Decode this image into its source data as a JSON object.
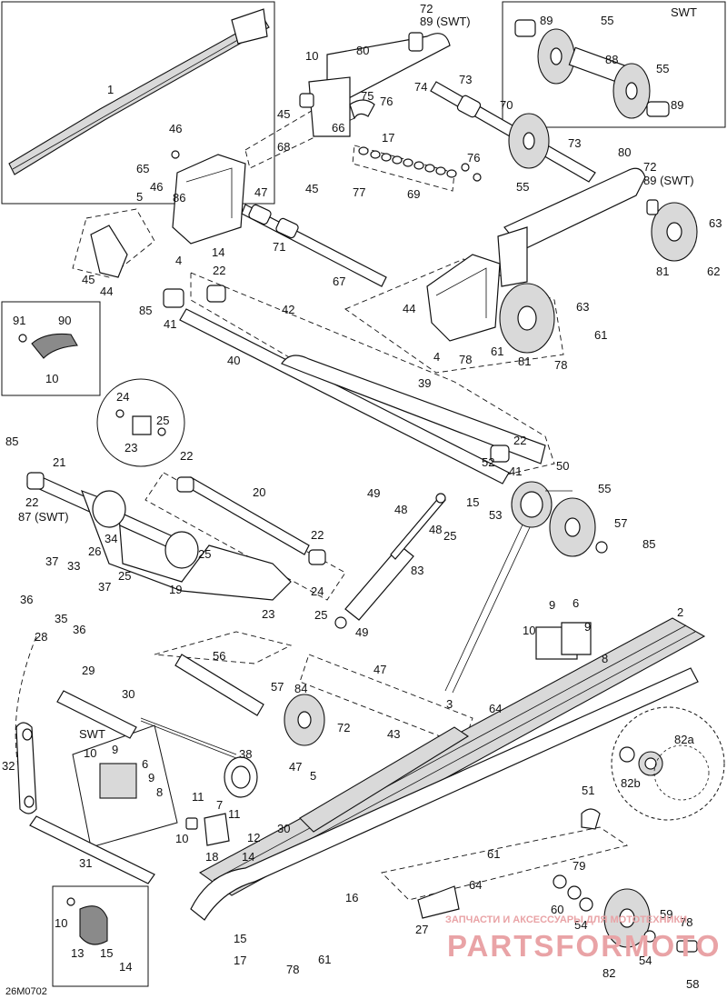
{
  "diagram": {
    "code": "26M0702",
    "box_titles": {
      "swt_top": "SWT",
      "swt_inset": "SWT"
    },
    "watermark": {
      "line1": "ЗАПЧАСТИ И АКСЕССУАРЫ ДЛЯ МОТОТЕХНИКИ",
      "line2": "PARTSFORMOTO"
    },
    "callouts": [
      {
        "id": "c1",
        "text": "1"
      },
      {
        "id": "c72a",
        "text": "72"
      },
      {
        "id": "c89a",
        "text": "89 (SWT)"
      },
      {
        "id": "c10a",
        "text": "10"
      },
      {
        "id": "c80a",
        "text": "80"
      },
      {
        "id": "c74",
        "text": "74"
      },
      {
        "id": "c73a",
        "text": "73"
      },
      {
        "id": "c75",
        "text": "75"
      },
      {
        "id": "c76a",
        "text": "76"
      },
      {
        "id": "c45a",
        "text": "45"
      },
      {
        "id": "c66",
        "text": "66"
      },
      {
        "id": "c17a",
        "text": "17"
      },
      {
        "id": "c70",
        "text": "70"
      },
      {
        "id": "c73b",
        "text": "73"
      },
      {
        "id": "c46a",
        "text": "46"
      },
      {
        "id": "c68",
        "text": "68"
      },
      {
        "id": "c76b",
        "text": "76"
      },
      {
        "id": "c65",
        "text": "65"
      },
      {
        "id": "c86",
        "text": "86"
      },
      {
        "id": "c47a",
        "text": "47"
      },
      {
        "id": "c45b",
        "text": "45"
      },
      {
        "id": "c77",
        "text": "77"
      },
      {
        "id": "c69",
        "text": "69"
      },
      {
        "id": "c55a",
        "text": "55"
      },
      {
        "id": "c80b",
        "text": "80"
      },
      {
        "id": "c72b",
        "text": "72"
      },
      {
        "id": "c89b",
        "text": "89 (SWT)"
      },
      {
        "id": "c5a",
        "text": "5"
      },
      {
        "id": "c46b",
        "text": "46"
      },
      {
        "id": "c14a",
        "text": "14"
      },
      {
        "id": "c71",
        "text": "71"
      },
      {
        "id": "c4a",
        "text": "4"
      },
      {
        "id": "c45c",
        "text": "45"
      },
      {
        "id": "c44a",
        "text": "44"
      },
      {
        "id": "c22a",
        "text": "22"
      },
      {
        "id": "c67",
        "text": "67"
      },
      {
        "id": "c63a",
        "text": "63"
      },
      {
        "id": "c62",
        "text": "62"
      },
      {
        "id": "c81a",
        "text": "81"
      },
      {
        "id": "c85a",
        "text": "85"
      },
      {
        "id": "c41a",
        "text": "41"
      },
      {
        "id": "c42",
        "text": "42"
      },
      {
        "id": "c44b",
        "text": "44"
      },
      {
        "id": "c63b",
        "text": "63"
      },
      {
        "id": "c61a",
        "text": "61"
      },
      {
        "id": "c61b",
        "text": "61"
      },
      {
        "id": "c91",
        "text": "91"
      },
      {
        "id": "c90",
        "text": "90"
      },
      {
        "id": "c10b",
        "text": "10"
      },
      {
        "id": "c40",
        "text": "40"
      },
      {
        "id": "c78a",
        "text": "78"
      },
      {
        "id": "c4b",
        "text": "4"
      },
      {
        "id": "c81b",
        "text": "81"
      },
      {
        "id": "c78b",
        "text": "78"
      },
      {
        "id": "c39",
        "text": "39"
      },
      {
        "id": "c24a",
        "text": "24"
      },
      {
        "id": "c25a",
        "text": "25"
      },
      {
        "id": "c23a",
        "text": "23"
      },
      {
        "id": "c22b",
        "text": "22"
      },
      {
        "id": "c85b",
        "text": "85"
      },
      {
        "id": "c21",
        "text": "21"
      },
      {
        "id": "c22c",
        "text": "22"
      },
      {
        "id": "c41b",
        "text": "41"
      },
      {
        "id": "c52",
        "text": "52"
      },
      {
        "id": "c50",
        "text": "50"
      },
      {
        "id": "c22d",
        "text": "22"
      },
      {
        "id": "c87",
        "text": "87 (SWT)"
      },
      {
        "id": "c49a",
        "text": "49"
      },
      {
        "id": "c48a",
        "text": "48"
      },
      {
        "id": "c15a",
        "text": "15"
      },
      {
        "id": "c55b",
        "text": "55"
      },
      {
        "id": "c53",
        "text": "53"
      },
      {
        "id": "c20",
        "text": "20"
      },
      {
        "id": "c48b",
        "text": "48"
      },
      {
        "id": "c25b",
        "text": "25"
      },
      {
        "id": "c57a",
        "text": "57"
      },
      {
        "id": "c85c",
        "text": "85"
      },
      {
        "id": "c22e",
        "text": "22"
      },
      {
        "id": "c34",
        "text": "34"
      },
      {
        "id": "c26",
        "text": "26"
      },
      {
        "id": "c25c",
        "text": "25"
      },
      {
        "id": "c37a",
        "text": "37"
      },
      {
        "id": "c33",
        "text": "33"
      },
      {
        "id": "c25d",
        "text": "25"
      },
      {
        "id": "c83",
        "text": "83"
      },
      {
        "id": "c37b",
        "text": "37"
      },
      {
        "id": "c19",
        "text": "19"
      },
      {
        "id": "c24b",
        "text": "24"
      },
      {
        "id": "c36a",
        "text": "36"
      },
      {
        "id": "c23b",
        "text": "23"
      },
      {
        "id": "c9a",
        "text": "9"
      },
      {
        "id": "c6a",
        "text": "6"
      },
      {
        "id": "c2",
        "text": "2"
      },
      {
        "id": "c35",
        "text": "35"
      },
      {
        "id": "c36b",
        "text": "36"
      },
      {
        "id": "c10c",
        "text": "10"
      },
      {
        "id": "c9b",
        "text": "9"
      },
      {
        "id": "c25e",
        "text": "25"
      },
      {
        "id": "c49b",
        "text": "49"
      },
      {
        "id": "c28",
        "text": "28"
      },
      {
        "id": "c8a",
        "text": "8"
      },
      {
        "id": "c56",
        "text": "56"
      },
      {
        "id": "c47b",
        "text": "47"
      },
      {
        "id": "c29",
        "text": "29"
      },
      {
        "id": "c57b",
        "text": "57"
      },
      {
        "id": "c84",
        "text": "84"
      },
      {
        "id": "c3",
        "text": "3"
      },
      {
        "id": "c30a",
        "text": "30"
      },
      {
        "id": "c64a",
        "text": "64"
      },
      {
        "id": "c43",
        "text": "43"
      },
      {
        "id": "c72c",
        "text": "72"
      },
      {
        "id": "c82a",
        "text": "82a"
      },
      {
        "id": "c32",
        "text": "32"
      },
      {
        "id": "cswt",
        "text": "SWT"
      },
      {
        "id": "c10d",
        "text": "10"
      },
      {
        "id": "c9c",
        "text": "9"
      },
      {
        "id": "c38",
        "text": "38"
      },
      {
        "id": "c47c",
        "text": "47"
      },
      {
        "id": "c6b",
        "text": "6"
      },
      {
        "id": "c5b",
        "text": "5"
      },
      {
        "id": "c82b",
        "text": "82b"
      },
      {
        "id": "c9d",
        "text": "9"
      },
      {
        "id": "c8b",
        "text": "8"
      },
      {
        "id": "c51",
        "text": "51"
      },
      {
        "id": "c11a",
        "text": "11"
      },
      {
        "id": "c7",
        "text": "7"
      },
      {
        "id": "c11b",
        "text": "11"
      },
      {
        "id": "c10e",
        "text": "10"
      },
      {
        "id": "c12",
        "text": "12"
      },
      {
        "id": "c30b",
        "text": "30"
      },
      {
        "id": "c61c",
        "text": "61"
      },
      {
        "id": "c31",
        "text": "31"
      },
      {
        "id": "c18",
        "text": "18"
      },
      {
        "id": "c14b",
        "text": "14"
      },
      {
        "id": "c79",
        "text": "79"
      },
      {
        "id": "c16",
        "text": "16"
      },
      {
        "id": "c64b",
        "text": "64"
      },
      {
        "id": "c10f",
        "text": "10"
      },
      {
        "id": "c60",
        "text": "60"
      },
      {
        "id": "c54a",
        "text": "54"
      },
      {
        "id": "c27",
        "text": "27"
      },
      {
        "id": "c15b",
        "text": "15"
      },
      {
        "id": "c59",
        "text": "59"
      },
      {
        "id": "c78c",
        "text": "78"
      },
      {
        "id": "c13",
        "text": "13"
      },
      {
        "id": "c15c",
        "text": "15"
      },
      {
        "id": "c14c",
        "text": "14"
      },
      {
        "id": "c17b",
        "text": "17"
      },
      {
        "id": "c78d",
        "text": "78"
      },
      {
        "id": "c61d",
        "text": "61"
      },
      {
        "id": "c82c",
        "text": "82"
      },
      {
        "id": "c54b",
        "text": "54"
      },
      {
        "id": "c58",
        "text": "58"
      },
      {
        "id": "c89c",
        "text": "89"
      },
      {
        "id": "c55c",
        "text": "55"
      },
      {
        "id": "c88",
        "text": "88"
      },
      {
        "id": "c55d",
        "text": "55"
      },
      {
        "id": "c89d",
        "text": "89"
      }
    ]
  }
}
